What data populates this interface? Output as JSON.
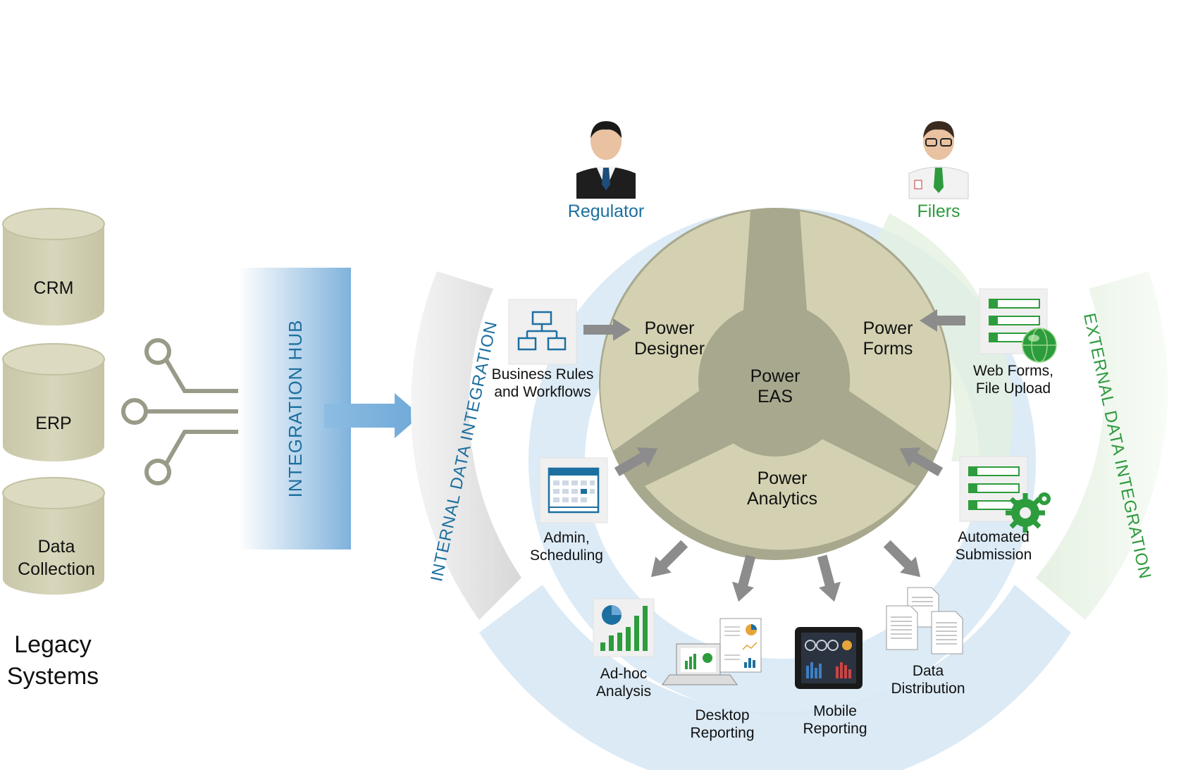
{
  "colors": {
    "cylinder": "#d2d0b2",
    "wheel_outer": "#d3d1b1",
    "wheel_inner": "#a8a88e",
    "hub_blue": "#7fb2dc",
    "regulator_blue": "#1d6fa0",
    "filers_green": "#2e9a3e",
    "connector_gray": "#9a9a88",
    "arrow_gray": "#8c8c8c",
    "icon_green": "#2c9c3c",
    "icon_blue": "#1d6fa0"
  },
  "legacy": {
    "items": [
      {
        "lines": [
          "CRM"
        ]
      },
      {
        "lines": [
          "ERP"
        ]
      },
      {
        "lines": [
          "Data",
          "Collection"
        ]
      }
    ],
    "title_lines": [
      "Legacy",
      "Systems"
    ]
  },
  "hub": {
    "label": "INTEGRATION HUB"
  },
  "internal_integration": {
    "label": "INTERNAL DATA INTEGRATION"
  },
  "external_integration": {
    "label": "EXTERNAL DATA INTEGRATION"
  },
  "roles": {
    "regulator": {
      "label": "Regulator",
      "icon": "businessman-icon"
    },
    "filers": {
      "label": "Filers",
      "icon": "businessman-glasses-icon"
    }
  },
  "wheel": {
    "center": [
      "Power",
      "EAS"
    ],
    "designer": [
      "Power",
      "Designer"
    ],
    "forms": [
      "Power",
      "Forms"
    ],
    "analytics": [
      "Power",
      "Analytics"
    ]
  },
  "features": {
    "business_rules": {
      "lines": [
        "Business Rules",
        "and Workflows"
      ],
      "icon": "org-chart-icon"
    },
    "admin": {
      "lines": [
        "Admin,",
        "Scheduling"
      ],
      "icon": "calendar-icon"
    },
    "web_forms": {
      "lines": [
        "Web Forms,",
        "File Upload"
      ],
      "icon": "web-form-globe-icon"
    },
    "automated": {
      "lines": [
        "Automated",
        "Submission"
      ],
      "icon": "form-gears-icon"
    }
  },
  "outputs": {
    "adhoc": {
      "lines": [
        "Ad-hoc",
        "Analysis"
      ],
      "icon": "bar-chart-icon"
    },
    "desktop": {
      "lines": [
        "Desktop",
        "Reporting"
      ],
      "icon": "laptop-report-icon"
    },
    "mobile": {
      "lines": [
        "Mobile",
        "Reporting"
      ],
      "icon": "tablet-dashboard-icon"
    },
    "distribution": {
      "lines": [
        "Data",
        "Distribution"
      ],
      "icon": "documents-icon"
    }
  }
}
